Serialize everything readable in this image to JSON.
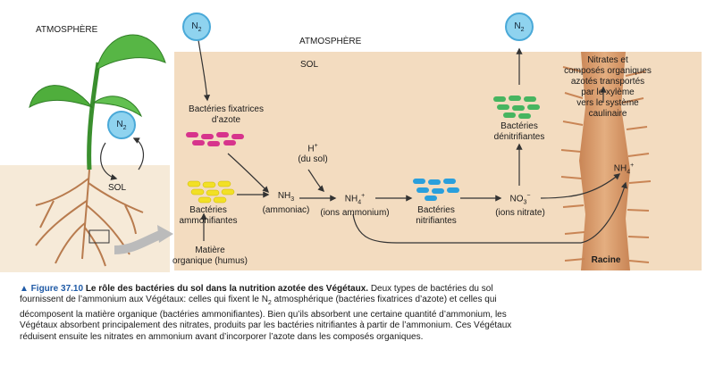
{
  "labels": {
    "atmosphere_left": "ATMOSPHÈRE",
    "atmosphere_center": "ATMOSPHÈRE",
    "sol_center": "SOL",
    "sol_left": "SOL",
    "n2_left": "N",
    "n2_top": "N",
    "n2_right": "N",
    "n2_sub": "2",
    "fixing_bacteria_l1": "Bactéries fixatrices",
    "fixing_bacteria_l2": "d’azote",
    "ammonifying_l1": "Bactéries",
    "ammonifying_l2": "ammonifiantes",
    "organic_l1": "Matière",
    "organic_l2": "organique (humus)",
    "h_plus": "H",
    "h_plus_sup": "+",
    "du_sol": "(du sol)",
    "nh3": "NH",
    "nh3_sub": "3",
    "ammoniac": "(ammoniac)",
    "nh4": "NH",
    "nh4_sub": "4",
    "nh4_sup": "+",
    "ions_ammonium": "(ions ammonium)",
    "nitrifying_l1": "Bactéries",
    "nitrifying_l2": "nitrifiantes",
    "no3": "NO",
    "no3_sub": "3",
    "no3_sup": "−",
    "ions_nitrate": "(ions nitrate)",
    "denitrifying_l1": "Bactéries",
    "denitrifying_l2": "dénitrifiantes",
    "root_nh4": "NH",
    "root_nh4_sub": "4",
    "root_nh4_sup": "+",
    "transport_l1": "Nitrates et",
    "transport_l2": "composés organiques",
    "transport_l3": "azotés transportés",
    "transport_l4": "par le xylème",
    "transport_l5": "vers le système",
    "transport_l6": "caulinaire",
    "racine": "Racine"
  },
  "caption": {
    "figure_label": "▲ Figure 37.10",
    "title": "Le rôle des bactéries du sol dans la nutrition azotée des Végétaux.",
    "text_before_n2": "Deux types de bactéries du sol fournissent de l’ammonium aux Végétaux: celles qui fixent le N",
    "n2_sub": "2",
    "text_after_n2": " atmosphérique (bactéries fixatrices d’azote) et celles qui décomposent la matière organique (bactéries ammonifiantes). Bien qu’ils absorbent une certaine quantité d’ammonium, les Végétaux absorbent principalement des nitrates, produits par les bactéries nitrifiantes à partir de l’ammonium. Ces Végétaux réduisent ensuite les nitrates en ammonium avant d’incorporer l’azote dans les composés organiques."
  },
  "colors": {
    "soil_panel": "#f3dcc0",
    "root": "#d79a6a",
    "leaf": "#4fae3c",
    "n2_bubble": "#8fd3ef",
    "fixing_bacteria": "#d7348c",
    "ammonifying_bacteria": "#f2e026",
    "nitrifying_bacteria": "#2a9fdc",
    "denitrifying_bacteria": "#47b560",
    "caption_accent": "#1f5aa6"
  }
}
